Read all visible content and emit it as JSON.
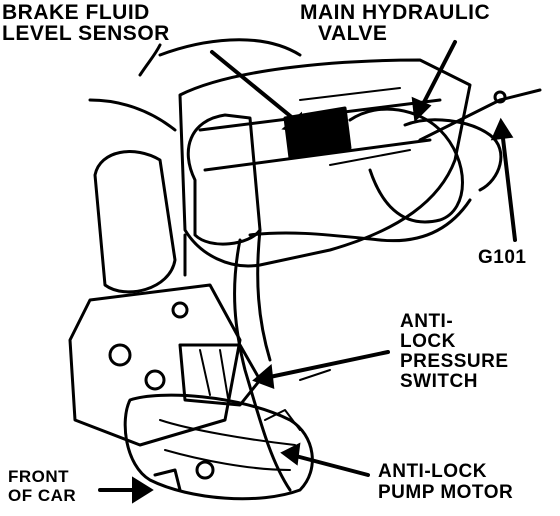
{
  "labels": {
    "brake_fluid_sensor": [
      "BRAKE FLUID",
      "LEVEL SENSOR"
    ],
    "main_hydraulic_valve": [
      "MAIN HYDRAULIC",
      "VALVE"
    ],
    "ground": "G101",
    "pressure_switch": [
      "ANTI-",
      "LOCK",
      "PRESSURE",
      "SWITCH"
    ],
    "pump_motor": [
      "ANTI-LOCK",
      "PUMP MOTOR"
    ],
    "front_of_car": [
      "FRONT",
      "OF CAR"
    ]
  },
  "colors": {
    "ink": "#000000",
    "paper": "#ffffff"
  }
}
